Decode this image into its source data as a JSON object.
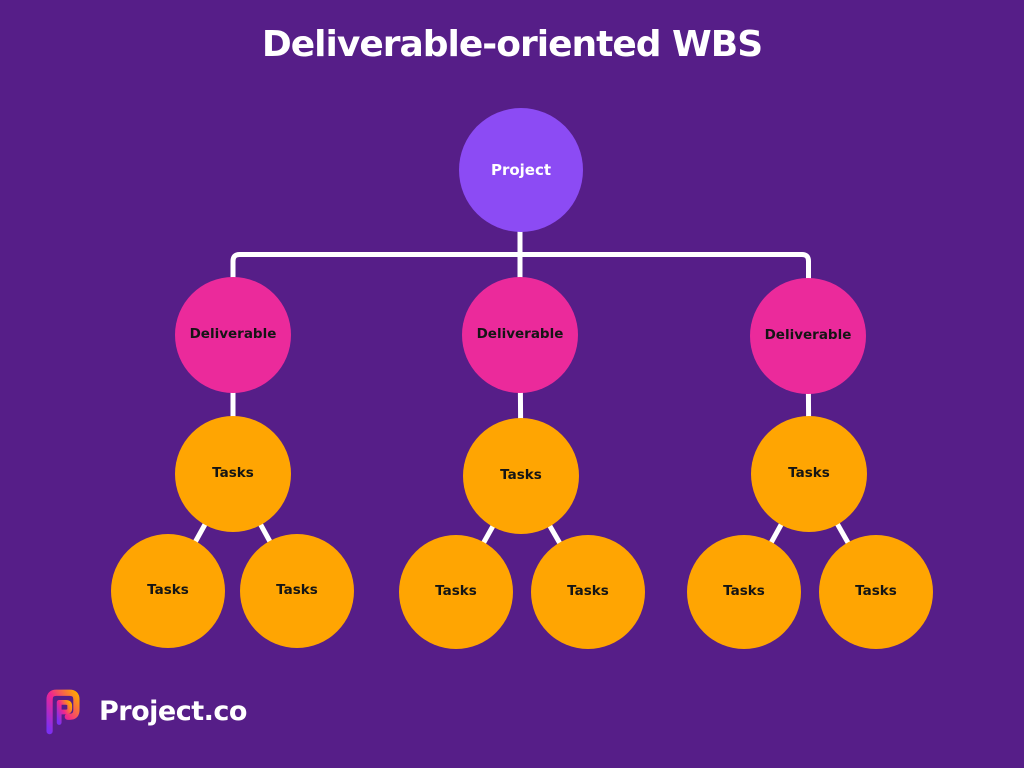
{
  "title": "Deliverable-oriented WBS",
  "logo": {
    "brand": "Project.co",
    "icon": "project-co-p-icon"
  },
  "colors": {
    "background": "#561E88",
    "project_node": "#8C4BF4",
    "deliverable_node": "#EB2A9B",
    "task_node": "#FFA502",
    "connector": "#FFFFFF",
    "title_text": "#FFFFFF",
    "node_label_dark": "#151515",
    "logo_gradient": [
      "#7B2FF2",
      "#F0258F",
      "#FFA502"
    ]
  },
  "tree": {
    "root": {
      "label": "Project"
    },
    "branches": [
      {
        "deliverable": {
          "label": "Deliverable"
        },
        "tasks": {
          "label": "Tasks"
        },
        "subtasks": [
          {
            "label": "Tasks"
          },
          {
            "label": "Tasks"
          }
        ]
      },
      {
        "deliverable": {
          "label": "Deliverable"
        },
        "tasks": {
          "label": "Tasks"
        },
        "subtasks": [
          {
            "label": "Tasks"
          },
          {
            "label": "Tasks"
          }
        ]
      },
      {
        "deliverable": {
          "label": "Deliverable"
        },
        "tasks": {
          "label": "Tasks"
        },
        "subtasks": [
          {
            "label": "Tasks"
          },
          {
            "label": "Tasks"
          }
        ]
      }
    ]
  }
}
